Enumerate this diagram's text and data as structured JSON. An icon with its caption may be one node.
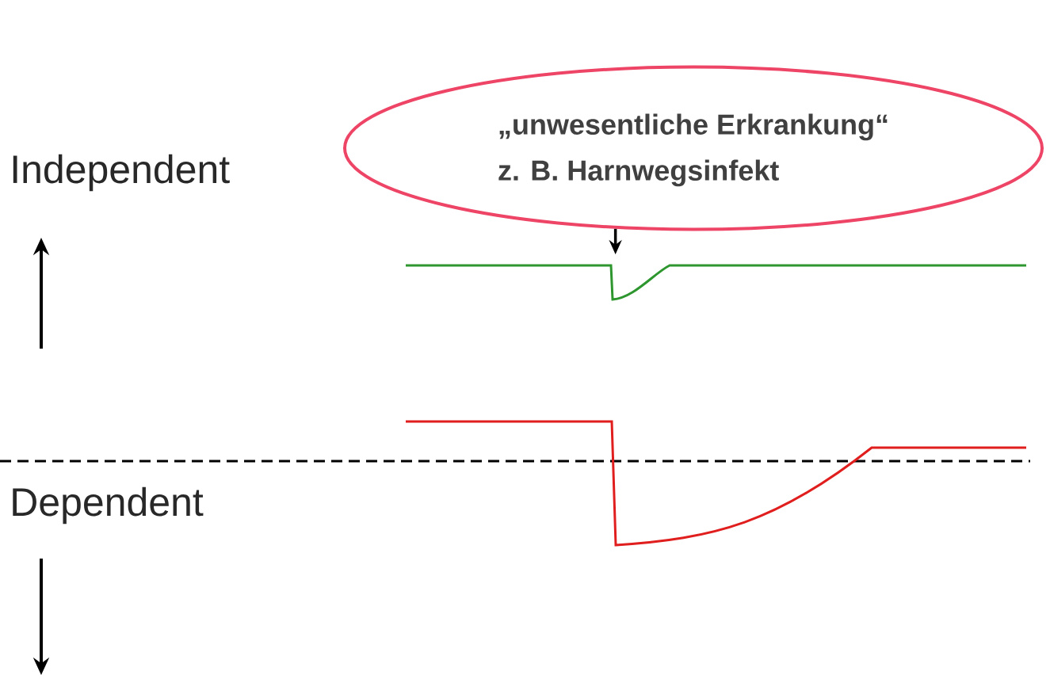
{
  "diagram": {
    "nodes": [
      {
        "text": [
          "„unwesentliche Erkrankung“",
          "z. B. Harnwegsinfekt"
        ]
      },
      {
        "text": [],
        "shape": "curve"
      }
    ],
    "edges": [
      {
        "from": 0,
        "to": 1,
        "arrow": "to"
      }
    ],
    "labels": [
      "Independent",
      "Dependent"
    ]
  }
}
